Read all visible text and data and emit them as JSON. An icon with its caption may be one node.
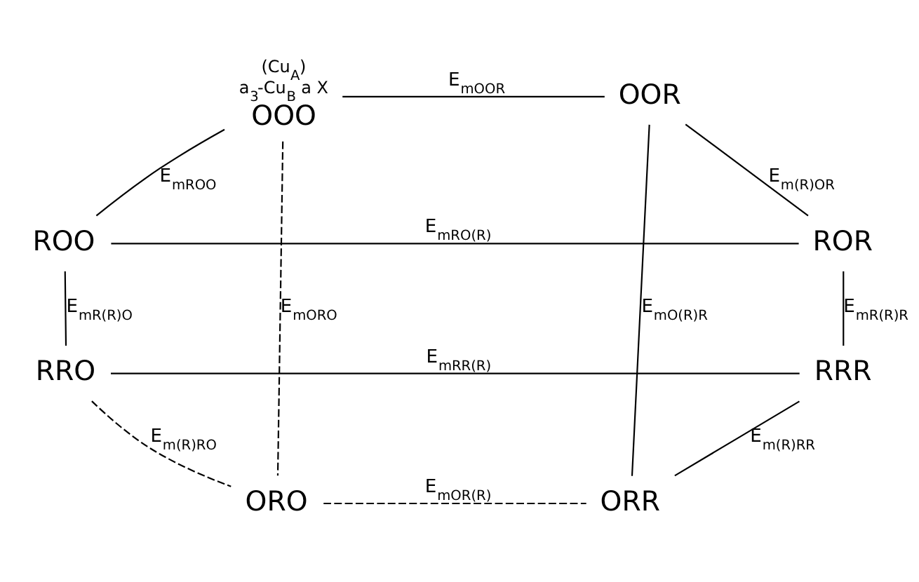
{
  "diagram": {
    "nodes": [
      {
        "text": [
          "OOO"
        ],
        "beside": [
          "(Cu$_{A}$)",
          "a$_{3}$-Cu$_{B}$ a X"
        ]
      },
      {
        "text": [
          "OOR"
        ]
      },
      {
        "text": [
          "ROO"
        ]
      },
      {
        "text": [
          "ROR"
        ]
      },
      {
        "text": [
          "ORO"
        ]
      },
      {
        "text": [
          "ORR"
        ]
      },
      {
        "text": [
          "RRO"
        ]
      },
      {
        "text": [
          "RRR"
        ]
      }
    ],
    "edges": [
      {
        "from": 0,
        "to": 1,
        "arrow": "none",
        "label": "E$_{mOOR}$"
      },
      {
        "from": 0,
        "to": 2,
        "arrow": "none",
        "label": "E$_{mROO}$"
      },
      {
        "from": 0,
        "to": 4,
        "arrow": "none",
        "label": "E$_{mORO}$",
        "style": "dashed"
      },
      {
        "from": 2,
        "to": 3,
        "arrow": "none",
        "label": "E$_{mRO(R)}$"
      },
      {
        "from": 3,
        "to": 1,
        "arrow": "none",
        "label": "E$_{m(R)OR}$"
      },
      {
        "from": 1,
        "to": 5,
        "arrow": "none",
        "label": "E$_{mO(R)R}$"
      },
      {
        "from": 2,
        "to": 6,
        "arrow": "none",
        "label": "E$_{mR(R)O}$"
      },
      {
        "from": 3,
        "to": 7,
        "arrow": "none",
        "label": "E$_{mR(R)R}$"
      },
      {
        "from": 4,
        "to": 5,
        "arrow": "none",
        "label": "E$_{mOR(R)}$",
        "style": "dashed"
      },
      {
        "from": 6,
        "to": 4,
        "arrow": "none",
        "label": "E$_{m(R)RO}$",
        "style": "dashed"
      },
      {
        "from": 7,
        "to": 5,
        "arrow": "none",
        "label": "E$_{m(R)RR}$"
      },
      {
        "from": 6,
        "to": 7,
        "arrow": "none",
        "label": "E$_{mRR(R)}$"
      }
    ]
  }
}
